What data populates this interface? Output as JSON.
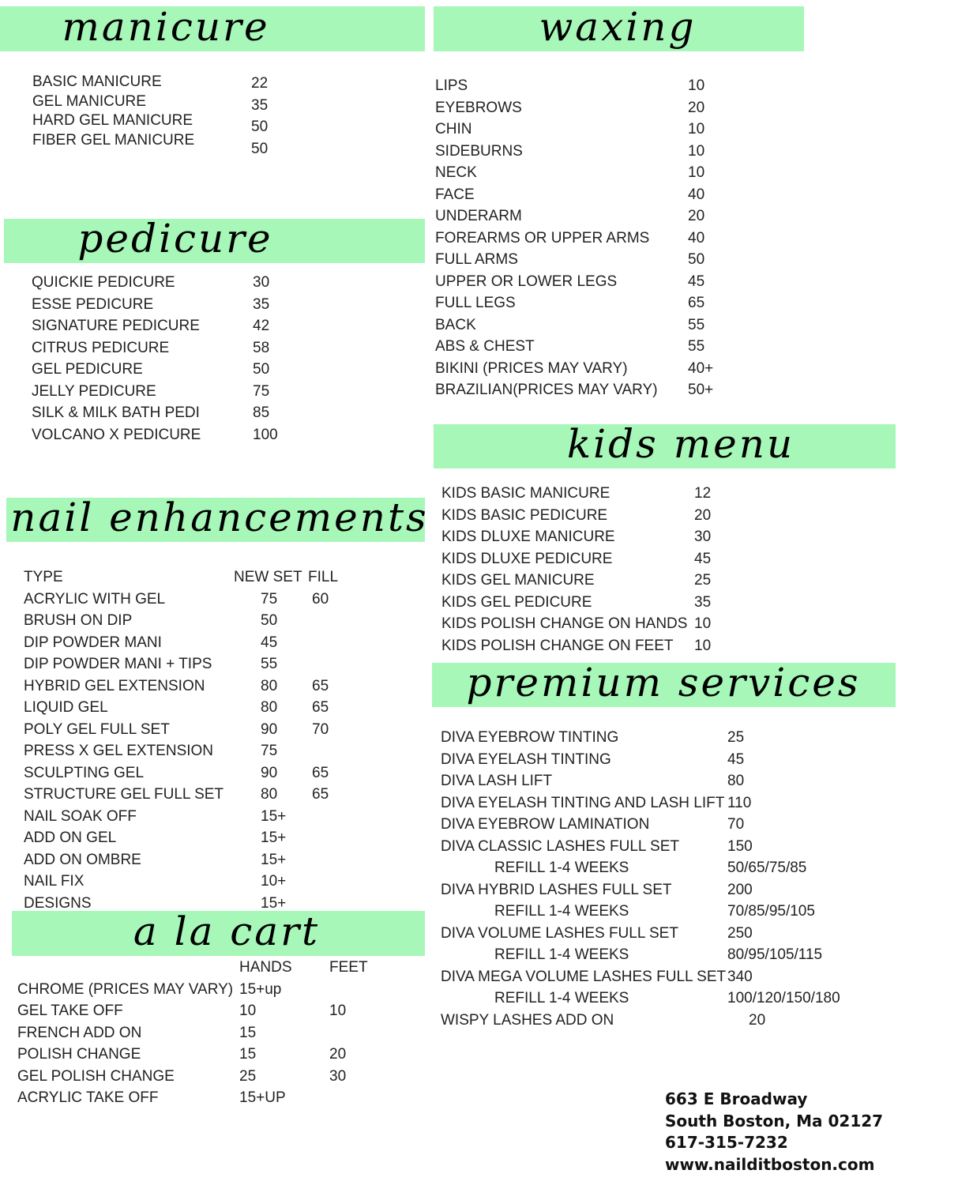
{
  "accent_color": "#a6f7b8",
  "sections": {
    "manicure": {
      "title": "manicure",
      "rows": [
        [
          "BASIC MANICURE",
          "22"
        ],
        [
          "GEL MANICURE",
          "35"
        ],
        [
          "HARD GEL MANICURE",
          "50"
        ],
        [
          "FIBER GEL MANICURE",
          "50"
        ]
      ]
    },
    "pedicure": {
      "title": "pedicure",
      "rows": [
        [
          "QUICKIE PEDICURE",
          "30"
        ],
        [
          "ESSE PEDICURE",
          "35"
        ],
        [
          "SIGNATURE PEDICURE",
          "42"
        ],
        [
          "CITRUS PEDICURE",
          "58"
        ],
        [
          "GEL PEDICURE",
          "50"
        ],
        [
          "JELLY PEDICURE",
          "75"
        ],
        [
          "SILK & MILK BATH PEDI",
          "85"
        ],
        [
          "VOLCANO X PEDICURE",
          "100"
        ]
      ]
    },
    "nail_enhancements": {
      "title": "nail enhancements",
      "header": [
        "TYPE",
        "NEW SET",
        "FILL"
      ],
      "rows": [
        [
          "ACRYLIC WITH GEL",
          "75",
          "60"
        ],
        [
          "BRUSH ON DIP",
          "50",
          ""
        ],
        [
          "DIP POWDER MANI",
          "45",
          ""
        ],
        [
          "DIP POWDER MANI + TIPS",
          "55",
          ""
        ],
        [
          "HYBRID GEL EXTENSION",
          "80",
          "65"
        ],
        [
          "LIQUID GEL",
          "80",
          "65"
        ],
        [
          "POLY GEL FULL SET",
          "90",
          "70"
        ],
        [
          "PRESS X GEL EXTENSION",
          "75",
          ""
        ],
        [
          "SCULPTING GEL",
          "90",
          "65"
        ],
        [
          "STRUCTURE GEL FULL SET",
          "80",
          "65"
        ],
        [
          "NAIL SOAK OFF",
          "15+",
          ""
        ],
        [
          "ADD ON GEL",
          "15+",
          ""
        ],
        [
          "ADD ON OMBRE",
          "15+",
          ""
        ],
        [
          "NAIL FIX",
          "10+",
          ""
        ],
        [
          "DESIGNS",
          "15+",
          ""
        ]
      ]
    },
    "a_la_cart": {
      "title": "a la cart",
      "header": [
        "",
        "HANDS",
        "FEET"
      ],
      "rows": [
        [
          "CHROME (PRICES MAY VARY)",
          "15+up",
          ""
        ],
        [
          "GEL TAKE OFF",
          "10",
          "10"
        ],
        [
          "FRENCH ADD ON",
          "15",
          ""
        ],
        [
          "POLISH CHANGE",
          "15",
          "20"
        ],
        [
          "GEL POLISH CHANGE",
          "25",
          "30"
        ],
        [
          "ACRYLIC TAKE OFF",
          "15+UP",
          ""
        ]
      ]
    },
    "waxing": {
      "title": "waxing",
      "rows": [
        [
          "LIPS",
          "10"
        ],
        [
          "EYEBROWS",
          "20"
        ],
        [
          "CHIN",
          "10"
        ],
        [
          "SIDEBURNS",
          "10"
        ],
        [
          "NECK",
          "10"
        ],
        [
          "FACE",
          "40"
        ],
        [
          "UNDERARM",
          "20"
        ],
        [
          "FOREARMS OR UPPER ARMS",
          "40"
        ],
        [
          "FULL ARMS",
          "50"
        ],
        [
          "UPPER OR LOWER LEGS",
          "45"
        ],
        [
          "FULL LEGS",
          "65"
        ],
        [
          "BACK",
          "55"
        ],
        [
          "ABS & CHEST",
          "55"
        ],
        [
          "BIKINI (PRICES MAY VARY)",
          "40+"
        ],
        [
          "BRAZILIAN(PRICES MAY VARY)",
          "50+"
        ]
      ]
    },
    "kids_menu": {
      "title": "kids menu",
      "rows": [
        [
          "KIDS BASIC MANICURE",
          "12"
        ],
        [
          "KIDS BASIC PEDICURE",
          "20"
        ],
        [
          "KIDS DLUXE MANICURE",
          "30"
        ],
        [
          "KIDS DLUXE PEDICURE",
          "45"
        ],
        [
          "KIDS GEL MANICURE",
          "25"
        ],
        [
          "KIDS GEL PEDICURE",
          "35"
        ],
        [
          "KIDS POLISH CHANGE ON HANDS",
          "10"
        ],
        [
          "KIDS POLISH CHANGE ON FEET",
          "10"
        ]
      ]
    },
    "premium_services": {
      "title": "premium services",
      "rows": [
        [
          "DIVA EYEBROW TINTING",
          "25"
        ],
        [
          "DIVA EYELASH TINTING",
          "45"
        ],
        [
          "DIVA LASH LIFT",
          "80"
        ],
        [
          "DIVA EYELASH TINTING AND LASH LIFT",
          "110"
        ],
        [
          "DIVA EYEBROW LAMINATION",
          "70"
        ],
        [
          "DIVA CLASSIC LASHES FULL SET",
          "150"
        ],
        [
          "REFILL 1-4 WEEKS",
          "50/65/75/85"
        ],
        [
          "DIVA HYBRID LASHES FULL SET",
          "200"
        ],
        [
          "REFILL 1-4 WEEKS",
          "70/85/95/105"
        ],
        [
          "DIVA VOLUME LASHES FULL SET",
          "250"
        ],
        [
          "REFILL 1-4 WEEKS",
          "80/95/105/115"
        ],
        [
          "DIVA MEGA VOLUME LASHES FULL SET",
          "340"
        ],
        [
          "REFILL 1-4 WEEKS",
          "100/120/150/180"
        ],
        [
          "WISPY LASHES ADD ON",
          "20"
        ]
      ]
    }
  },
  "contact": {
    "address": "663 E Broadway",
    "city": "South Boston, Ma 02127",
    "phone": "617-315-7232",
    "website": "www.nailditboston.com"
  }
}
